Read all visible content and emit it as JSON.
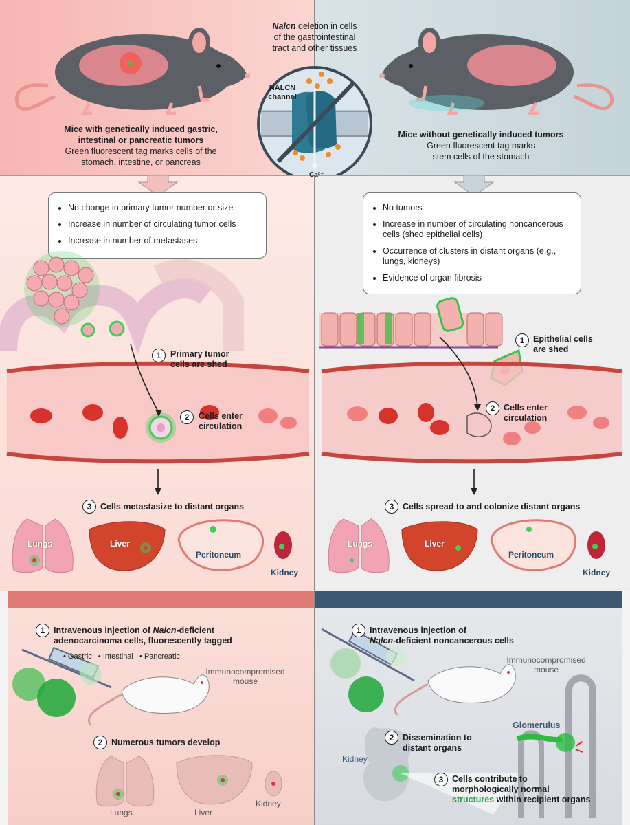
{
  "header": {
    "center_top_italic": "Nalcn",
    "center_top_rest": " deletion in cells",
    "center_line2": "of the gastrointestinal",
    "center_line3": "tract and other tissues",
    "channel_label_1": "NALCN",
    "channel_label_2": "channel",
    "ca_label": "Ca²⁺"
  },
  "left_mouse": {
    "caption_bold_1": "Mice with genetically induced gastric,",
    "caption_bold_2": "intestinal or pancreatic tumors",
    "caption_1": "Green fluorescent tag marks cells of the",
    "caption_2": "stomach, intestine, or pancreas"
  },
  "right_mouse": {
    "caption_bold_1": "Mice without genetically induced tumors",
    "caption_1": "Green fluorescent tag marks",
    "caption_2": "stem cells of the stomach"
  },
  "left_box": {
    "items": [
      "No change in primary tumor number or size",
      "Increase in number of circulating tumor cells",
      "Increase in number of metastases"
    ]
  },
  "right_box": {
    "items": [
      "No tumors",
      "Increase in number of circulating noncancerous cells (shed epithelial cells)",
      "Occurrence of clusters in distant organs (e.g., lungs, kidneys)",
      "Evidence of organ fibrosis"
    ]
  },
  "left_steps": {
    "n1": "1",
    "s1_1": "Primary tumor",
    "s1_2": "cells are shed",
    "n2": "2",
    "s2_1": "Cells enter",
    "s2_2": "circulation",
    "n3": "3",
    "s3": "Cells metastasize to distant organs"
  },
  "right_steps": {
    "n1": "1",
    "s1_1": "Epithelial cells",
    "s1_2": "are shed",
    "n2": "2",
    "s2_1": "Cells enter",
    "s2_2": "circulation",
    "n3": "3",
    "s3": "Cells spread to and colonize distant organs"
  },
  "organs": {
    "lungs": "Lungs",
    "liver": "Liver",
    "peritoneum": "Peritoneum",
    "kidney": "Kidney"
  },
  "bottom_left": {
    "n1": "1",
    "s1_a": "Intravenous injection of ",
    "s1_italic": "Nalcn",
    "s1_b": "-deficient",
    "s1_2": "adenocarcinoma cells, fluorescently tagged",
    "types": [
      "Gastric",
      "Intestinal",
      "Pancreatic"
    ],
    "mouse_1": "Immunocompromised",
    "mouse_2": "mouse",
    "n2": "2",
    "s2": "Numerous tumors develop",
    "organ_lungs": "Lungs",
    "organ_liver": "Liver",
    "organ_kidney": "Kidney"
  },
  "bottom_right": {
    "n1": "1",
    "s1_1": "Intravenous injection of",
    "s1_italic": "Nalcn",
    "s1_b": "-deficient noncancerous cells",
    "mouse_1": "Immunocompromised",
    "mouse_2": "mouse",
    "glomerulus": "Glomerulus",
    "kidney": "Kidney",
    "n2": "2",
    "s2_1": "Dissemination to",
    "s2_2": "distant organs",
    "n3": "3",
    "s3_1": "Cells contribute to",
    "s3_2": "morphologically normal",
    "s3_green": "structures",
    "s3_rest": " within recipient organs"
  },
  "colors": {
    "left_bg": "#fbe3de",
    "right_bg": "#eceeef",
    "left_band": "#e07a74",
    "right_band": "#3e5874",
    "blood_cell": "#d8322c",
    "fluor_green": "#35c24a",
    "liver": "#d2452c",
    "lung": "#f0a4b4"
  }
}
